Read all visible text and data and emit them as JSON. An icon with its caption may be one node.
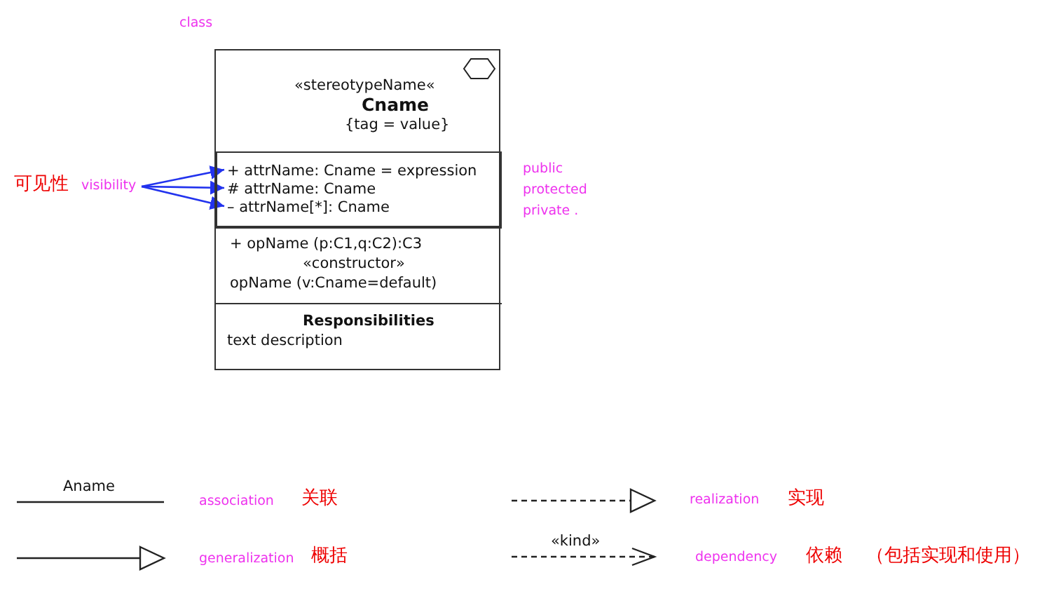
{
  "diagram": {
    "nodes": [
      {
        "text": [],
        "shape": "box"
      },
      {
        "text": [
          "«stereotypeName«",
          "Cname",
          "{tag = value}"
        ],
        "in": 0
      },
      {
        "text": [],
        "shape": "box",
        "in": 0
      },
      {
        "text": [
          "+ attrName: Cname = expression"
        ],
        "in": 2
      },
      {
        "text": [
          "# attrName: Cname"
        ],
        "in": 2
      },
      {
        "text": [
          "– attrName[*]: Cname"
        ],
        "in": 2
      },
      {
        "text": [
          "+ opName (p:C1,q:C2):C3",
          "«constructor»",
          "opName (v:Cname=default)"
        ],
        "in": 0
      },
      {
        "text": [
          "Responsibilities",
          "text description"
        ],
        "in": 0
      },
      {
        "text": [
          "visibility"
        ],
        "beside": [
          "可见性"
        ]
      }
    ],
    "edges": [
      {
        "from": 8,
        "to": 3,
        "arrow": "to",
        "color": "#2233ee"
      },
      {
        "from": 8,
        "to": 4,
        "arrow": "to",
        "color": "#2233ee"
      },
      {
        "from": 8,
        "to": 5,
        "arrow": "to",
        "color": "#2233ee"
      }
    ],
    "labels": [
      "class",
      "public",
      "protected",
      "private .",
      "Aname",
      "关联",
      "实现",
      "«kind»",
      "概括",
      "依赖",
      "（包括实现和使用）"
    ],
    "legend": [
      {
        "text": "association"
      },
      {
        "text": "realization"
      },
      {
        "text": "generalization"
      },
      {
        "text": "dependency"
      }
    ]
  }
}
